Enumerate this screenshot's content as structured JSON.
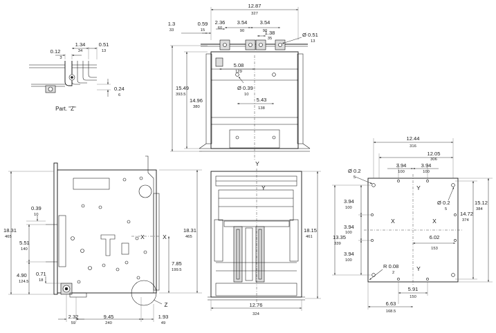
{
  "dimensions": {
    "top_width": {
      "inch": "12.87",
      "mm": "327"
    },
    "top_offset_a": {
      "inch": "1.3",
      "mm": "33"
    },
    "top_offset_b": {
      "inch": "0.59",
      "mm": "15"
    },
    "top_pitch_a": {
      "inch": "2.36",
      "mm": "60"
    },
    "top_pitch_b": {
      "inch": "3.54",
      "mm": "90"
    },
    "top_pitch_c": {
      "inch": "3.54",
      "mm": "90"
    },
    "top_bar_width": {
      "inch": "1.38",
      "mm": "35"
    },
    "top_hole": {
      "inch": "Ø 0.51",
      "mm": "13"
    },
    "top_height_total": {
      "inch": "15.49",
      "mm": "393.5"
    },
    "top_height_body": {
      "inch": "14.96",
      "mm": "380"
    },
    "top_pos_508": {
      "inch": "5.08",
      "mm": "129"
    },
    "top_hole_039": {
      "inch": "Ø 0.39",
      "mm": "10"
    },
    "top_pos_543": {
      "inch": "5.43",
      "mm": "138"
    },
    "z_offset_012": {
      "inch": "0.12",
      "mm": "3"
    },
    "z_width_134": {
      "inch": "1.34",
      "mm": "34"
    },
    "z_width_051": {
      "inch": "0.51",
      "mm": "13"
    },
    "z_height_024": {
      "inch": "0.24",
      "mm": "6"
    },
    "side_height_left": {
      "inch": "18.31",
      "mm": "465"
    },
    "side_height_right": {
      "inch": "18.31",
      "mm": "465"
    },
    "side_039": {
      "inch": "0.39",
      "mm": "10"
    },
    "side_551": {
      "inch": "5.51",
      "mm": "140"
    },
    "side_490": {
      "inch": "4.90",
      "mm": "124.5"
    },
    "side_071": {
      "inch": "0.71",
      "mm": "18"
    },
    "side_785": {
      "inch": "7.85",
      "mm": "199.5"
    },
    "side_232": {
      "inch": "2.32",
      "mm": "59"
    },
    "side_945": {
      "inch": "9.45",
      "mm": "240"
    },
    "side_193": {
      "inch": "1.93",
      "mm": "49"
    },
    "front_height": {
      "inch": "18.15",
      "mm": "461"
    },
    "front_width": {
      "inch": "12.76",
      "mm": "324"
    },
    "cut_width_total": {
      "inch": "12.44",
      "mm": "316"
    },
    "cut_width_inner": {
      "inch": "12.05",
      "mm": "306"
    },
    "cut_pitch_a": {
      "inch": "3.94",
      "mm": "100"
    },
    "cut_pitch_b": {
      "inch": "3.94",
      "mm": "100"
    },
    "cut_hole_left": {
      "inch": "Ø 0.2",
      "mm": "5"
    },
    "cut_hole_right": {
      "inch": "Ø 0.2",
      "mm": "5"
    },
    "cut_v_a": {
      "inch": "3.94",
      "mm": "100"
    },
    "cut_v_total": {
      "inch": "13.35",
      "mm": "339"
    },
    "cut_v_b": {
      "inch": "3.94",
      "mm": "100"
    },
    "cut_v_c": {
      "inch": "3.94",
      "mm": "100"
    },
    "cut_h_outer": {
      "inch": "15.12",
      "mm": "384"
    },
    "cut_h_inner": {
      "inch": "14.72",
      "mm": "374"
    },
    "cut_602": {
      "inch": "6.02",
      "mm": "153"
    },
    "cut_radius": {
      "inch": "R 0.08",
      "mm": "2"
    },
    "cut_591": {
      "inch": "5.91",
      "mm": "150"
    },
    "cut_663": {
      "inch": "6.63",
      "mm": "168.5"
    }
  },
  "labels": {
    "part_z": "Part. \"Z\"",
    "z_marker": "Z",
    "axis_x": "X",
    "axis_y": "Y"
  }
}
